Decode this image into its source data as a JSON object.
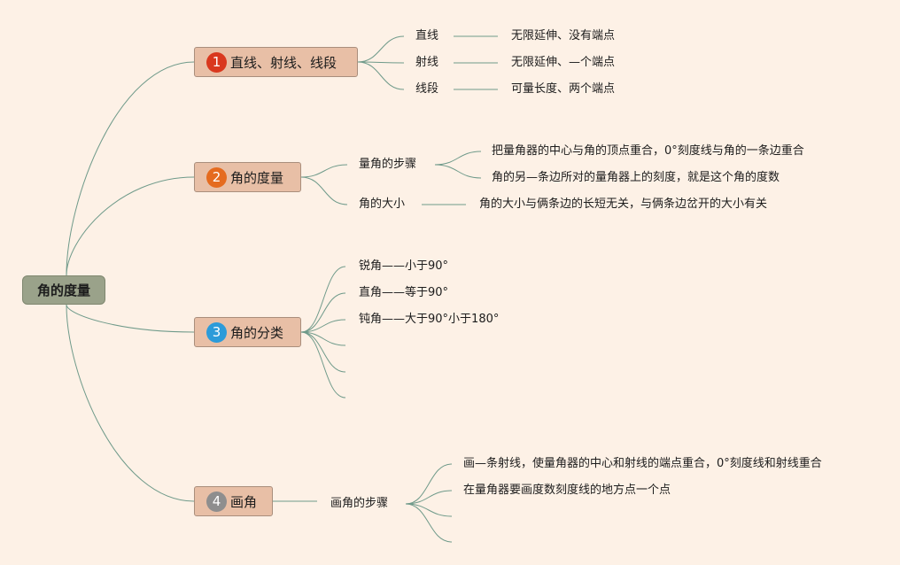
{
  "root": {
    "label": "角的度量"
  },
  "colors": {
    "background": "#fdf1e6",
    "branch_fill": "#e8bfa6",
    "root_fill": "#9aa28a",
    "line": "#6f9a8a",
    "badge_1": "#d9381e",
    "badge_2": "#e56b1f",
    "badge_3": "#2c9bd9",
    "badge_4": "#8e8e8e"
  },
  "branches": [
    {
      "badge": "1",
      "label": "直线、射线、线段",
      "children": [
        {
          "label": "直线",
          "detail": "无限延伸、没有端点"
        },
        {
          "label": "射线",
          "detail": "无限延伸、—个端点"
        },
        {
          "label": "线段",
          "detail": "可量长度、两个端点"
        }
      ]
    },
    {
      "badge": "2",
      "label": "角的度量",
      "children": [
        {
          "label": "量角的步骤",
          "details": [
            "把量角器的中心与角的顶点重合，0°刻度线与角的一条边重合",
            "角的另—条边所对的量角器上的刻度，就是这个角的度数"
          ]
        },
        {
          "label": "角的大小",
          "detail": "角的大小与俩条边的长短无关，与俩条边岔开的大小有关"
        }
      ]
    },
    {
      "badge": "3",
      "label": "角的分类",
      "children": [
        {
          "label": "锐角——小于90°"
        },
        {
          "label": "直角——等于90°"
        },
        {
          "label": "钝角——大于90°小于180°"
        },
        {
          "label": ""
        },
        {
          "label": ""
        },
        {
          "label": ""
        }
      ]
    },
    {
      "badge": "4",
      "label": "画角",
      "children": [
        {
          "label": "画角的步骤",
          "details": [
            "画—条射线，使量角器的中心和射线的端点重合，0°刻度线和射线重合",
            "在量角器要画度数刻度线的地方点一个点",
            "",
            ""
          ]
        }
      ]
    }
  ]
}
